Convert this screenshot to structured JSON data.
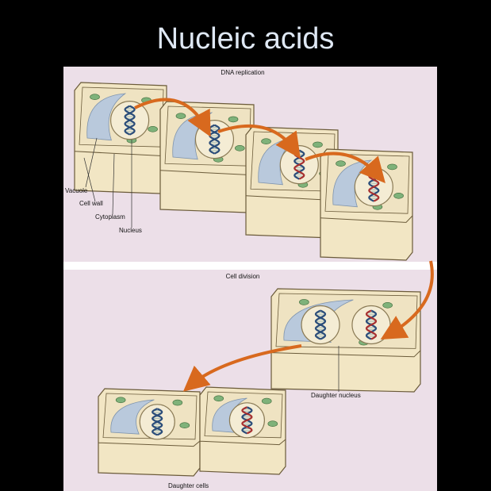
{
  "slide": {
    "title": "Nucleic acids"
  },
  "figure": {
    "top_panel": {
      "title": "DNA replication",
      "labels": {
        "vacuole": "Vacuole",
        "cell_wall": "Cell wall",
        "cytoplasm": "Cytoplasm",
        "nucleus": "Nucleus"
      }
    },
    "bottom_panel": {
      "title": "Cell division",
      "labels": {
        "daughter_nucleus": "Daughter nucleus",
        "daughter_cells": "Daughter cells"
      }
    },
    "colors": {
      "panel_bg": "#ecdfe8",
      "wall": "#f2e6c4",
      "wall_stroke": "#6b5b3a",
      "cytoplasm": "#efe3c2",
      "vacuole": "#b9c9dc",
      "nucleus": "#f4ecd4",
      "chloroplast": "#7fb27a",
      "arrow": "#d8691e",
      "dna_blue": "#2b4d7a",
      "dna_red": "#a73030"
    }
  }
}
